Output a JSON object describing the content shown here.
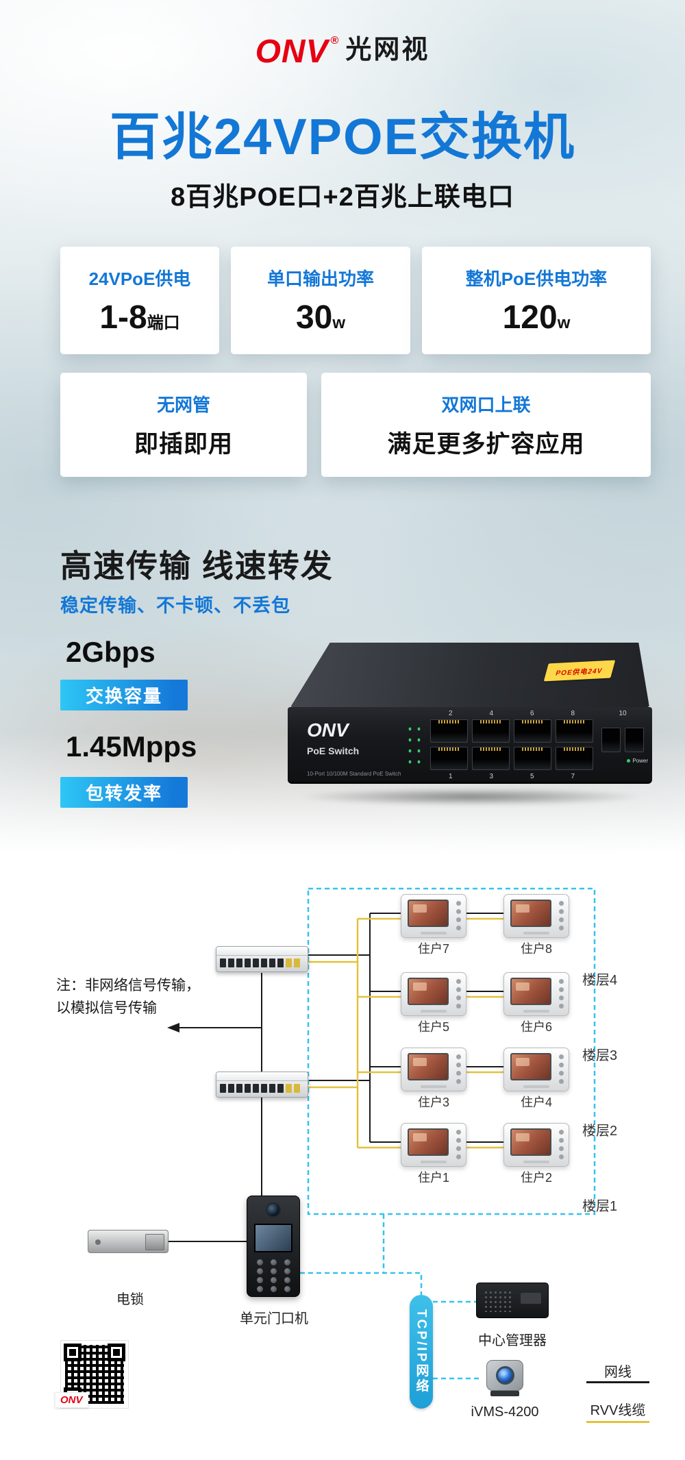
{
  "brand": {
    "name": "ONV",
    "reg": "®",
    "cn": "光网视"
  },
  "hero": {
    "title": "百兆24VPOE交换机",
    "subtitle": "8百兆POE口+2百兆上联电口"
  },
  "feature_cards": [
    {
      "label": "24VPoE供电",
      "value": "1-8",
      "unit": "端口"
    },
    {
      "label": "单口输出功率",
      "value": "30",
      "unit": "w"
    },
    {
      "label": "整机PoE供电功率",
      "value": "120",
      "unit": "w"
    },
    {
      "label": "无网管",
      "value": "即插即用",
      "unit": ""
    },
    {
      "label": "双网口上联",
      "value": "满足更多扩容应用",
      "unit": ""
    }
  ],
  "speed": {
    "heading": "高速传输 线速转发",
    "subheading": "稳定传输、不卡顿、不丢包",
    "metrics": [
      {
        "value": "2Gbps",
        "label": "交换容量"
      },
      {
        "value": "1.45Mpps",
        "label": "包转发率"
      }
    ]
  },
  "product": {
    "brand": "ONV",
    "name": "PoE Switch",
    "model_line": "10-Port 10/100M Standard PoE Switch",
    "sticker": "POE供电24V",
    "ports_top": [
      "2",
      "4",
      "6",
      "8"
    ],
    "ports_bottom": [
      "1",
      "3",
      "5",
      "7"
    ],
    "uplink_label": "10",
    "power_label": "Power"
  },
  "diagram": {
    "note_line1": "注：非网络信号传输，",
    "note_line2": "以模拟信号传输",
    "monitors": [
      {
        "label": "住户7"
      },
      {
        "label": "住户8"
      },
      {
        "label": "住户5"
      },
      {
        "label": "住户6"
      },
      {
        "label": "住户3"
      },
      {
        "label": "住户4"
      },
      {
        "label": "住户1"
      },
      {
        "label": "住户2"
      }
    ],
    "floors": [
      "楼层4",
      "楼层3",
      "楼层2",
      "楼层1"
    ],
    "door_station": "单元门口机",
    "lock": "电锁",
    "network": "TCP/IP网络",
    "manager": "中心管理器",
    "software": "iVMS-4200",
    "legend": [
      {
        "label": "网线",
        "color": "#1a1a1a"
      },
      {
        "label": "RVV线缆",
        "color": "#e2c23d"
      }
    ]
  },
  "colors": {
    "accent_blue": "#1377d6",
    "brand_red": "#e60012",
    "gradient_start": "#2ec6f5",
    "gradient_end": "#1479d9",
    "line_cyan": "#35c2ee",
    "rvv_yellow": "#e2c23d"
  }
}
